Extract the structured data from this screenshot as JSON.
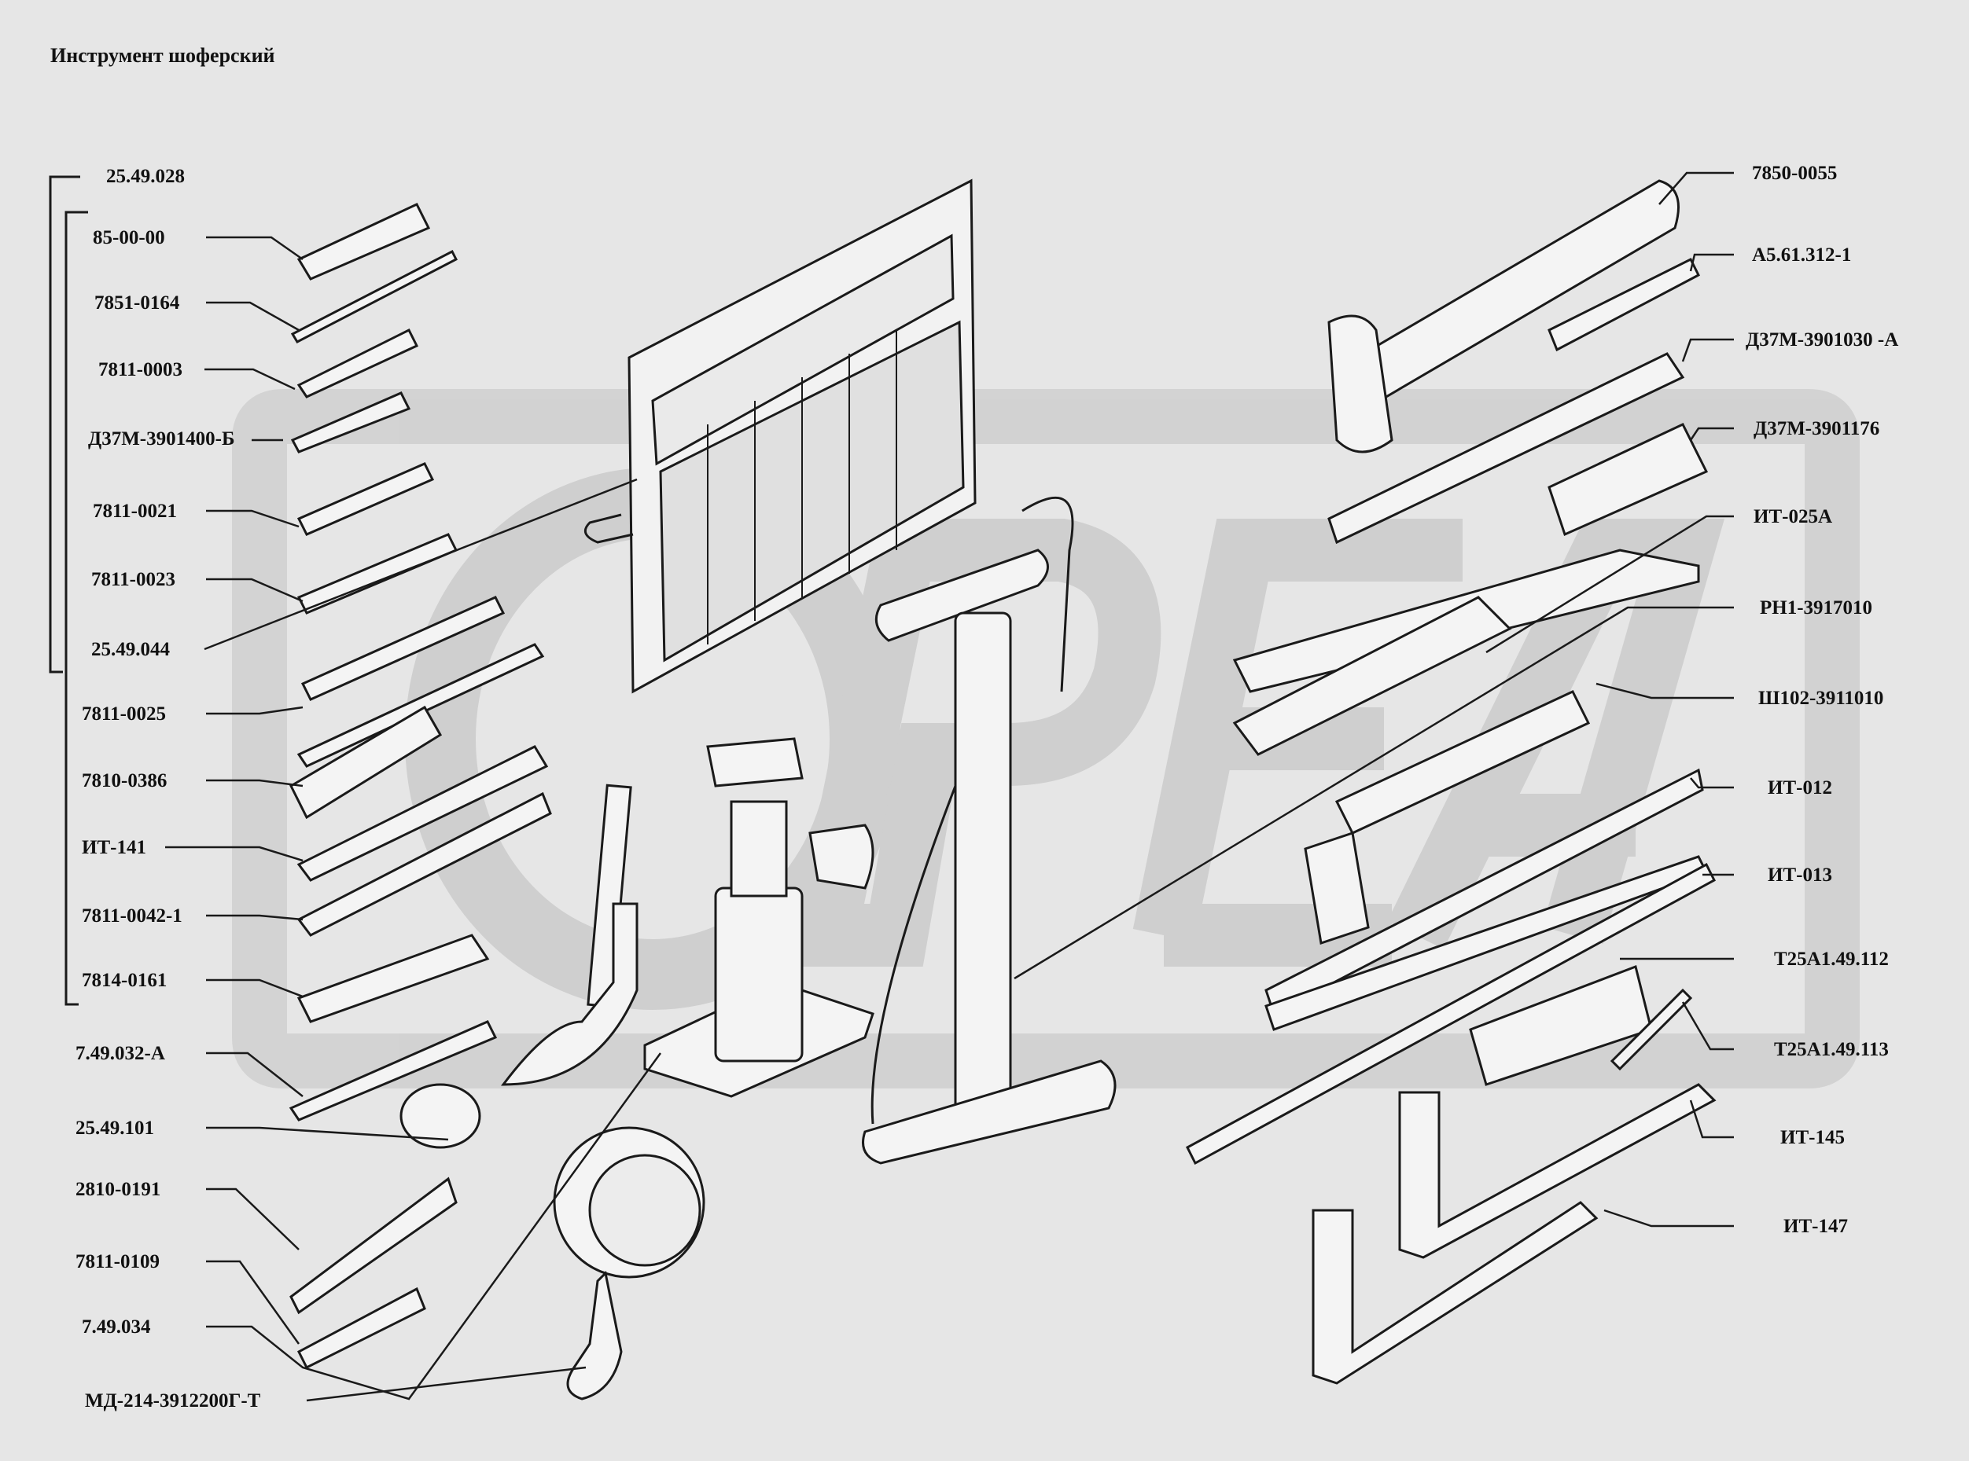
{
  "title": "Инструмент шоферский",
  "watermark": "OPEX",
  "colors": {
    "background": "#e6e6e6",
    "ink": "#1a1a1a",
    "watermark": "#cfcfcf",
    "watermark_outline": "#ffffff"
  },
  "callouts_left": [
    "25.49.028",
    "85-00-00",
    "7851-0164",
    "7811-0003",
    "Д37М-3901400-Б",
    "7811-0021",
    "7811-0023",
    "25.49.044",
    "7811-0025",
    "7810-0386",
    "ИТ-141",
    "7811-0042-1",
    "7814-0161",
    "7.49.032-А",
    "25.49.101",
    "2810-0191",
    "7811-0109",
    "7.49.034",
    "МД-214-3912200Г-Т"
  ],
  "callouts_right": [
    "7850-0055",
    "А5.61.312-1",
    "Д37М-3901030 -А",
    "Д37М-3901176",
    "ИТ-025А",
    "РН1-3917010",
    "Ш102-3911010",
    "ИТ-012",
    "ИТ-013",
    "Т25А1.49.112",
    "Т25А1.49.113",
    "ИТ-145",
    "ИТ-147"
  ]
}
